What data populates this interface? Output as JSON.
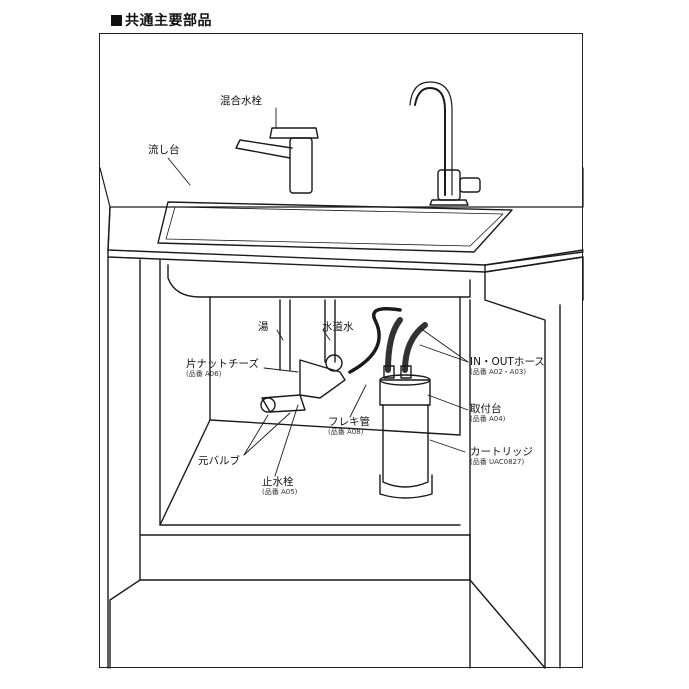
{
  "title": "共通主要部品",
  "labels": {
    "mixing_faucet": "混合水栓",
    "sink": "流し台",
    "hot_water": "湯",
    "tap_water": "水道水",
    "single_nut_tee": {
      "name": "片ナットチーズ",
      "part_no": "(品番 A06)"
    },
    "in_out_hose": {
      "name": "IN・OUTホース",
      "part_no": "(品番 A02・A03)"
    },
    "mount": {
      "name": "取付台",
      "part_no": "(品番 A04)"
    },
    "flex_pipe": {
      "name": "フレキ管",
      "part_no": "(品番 A08)"
    },
    "cartridge": {
      "name": "カートリッジ",
      "part_no": "(品番 UAC0827)"
    },
    "main_valve": "元バルブ",
    "stop_valve": {
      "name": "止水栓",
      "part_no": "(品番 A05)"
    }
  }
}
